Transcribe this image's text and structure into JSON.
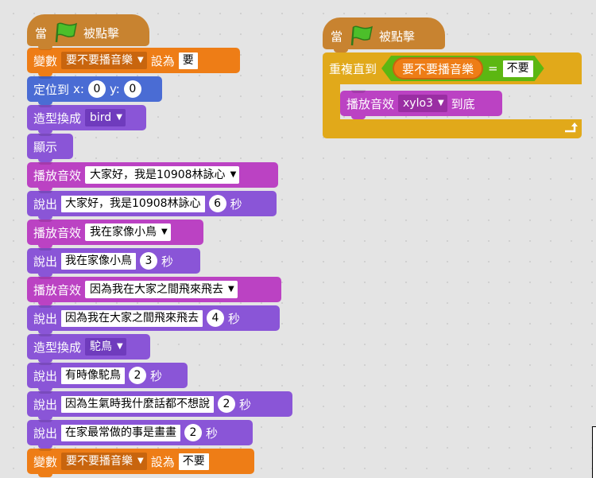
{
  "hat": {
    "when": "當",
    "clicked": "被點擊"
  },
  "colors": {
    "events": "#c88330",
    "data": "#ee7d16",
    "motion": "#4a6cd4",
    "looks": "#8a55d7",
    "sound": "#bb42c3",
    "control": "#e1a91a",
    "operator": "#5cb712"
  },
  "icons": {
    "flag": "green-flag-icon",
    "dropdown": "dropdown-arrow-icon",
    "loop": "loop-arrow-icon"
  },
  "left": {
    "b1": {
      "label": "變數",
      "var": "要不要播音樂",
      "to": "設為",
      "value": "要"
    },
    "b2": {
      "label": "定位到",
      "x_label": "x:",
      "x": "0",
      "y_label": "y:",
      "y": "0"
    },
    "b3": {
      "label": "造型換成",
      "costume": "bird"
    },
    "b4": {
      "label": "顯示"
    },
    "b5": {
      "label": "播放音效",
      "sound": "大家好，我是10908林詠心"
    },
    "b6": {
      "label": "說出",
      "text": "大家好，我是10908林詠心",
      "secs": "6",
      "unit": "秒"
    },
    "b7": {
      "label": "播放音效",
      "sound": "我在家像小鳥"
    },
    "b8": {
      "label": "說出",
      "text": "我在家像小鳥",
      "secs": "3",
      "unit": "秒"
    },
    "b9": {
      "label": "播放音效",
      "sound": "因為我在大家之間飛來飛去"
    },
    "b10": {
      "label": "說出",
      "text": "因為我在大家之間飛來飛去",
      "secs": "4",
      "unit": "秒"
    },
    "b11": {
      "label": "造型換成",
      "costume": "駝鳥"
    },
    "b12": {
      "label": "說出",
      "text": "有時像駝鳥",
      "secs": "2",
      "unit": "秒"
    },
    "b13": {
      "label": "說出",
      "text": "因為生氣時我什麼話都不想說",
      "secs": "2",
      "unit": "秒"
    },
    "b14": {
      "label": "說出",
      "text": "在家最常做的事是畫畫",
      "secs": "2",
      "unit": "秒"
    },
    "b15": {
      "label": "變數",
      "var": "要不要播音樂",
      "to": "設為",
      "value": "不要"
    }
  },
  "right": {
    "repeat_label": "重複直到",
    "reporter": "要不要播音樂",
    "equals": "=",
    "compare": "不要",
    "play_label": "播放音效",
    "sound": "xylo3",
    "until_done": "到底"
  }
}
